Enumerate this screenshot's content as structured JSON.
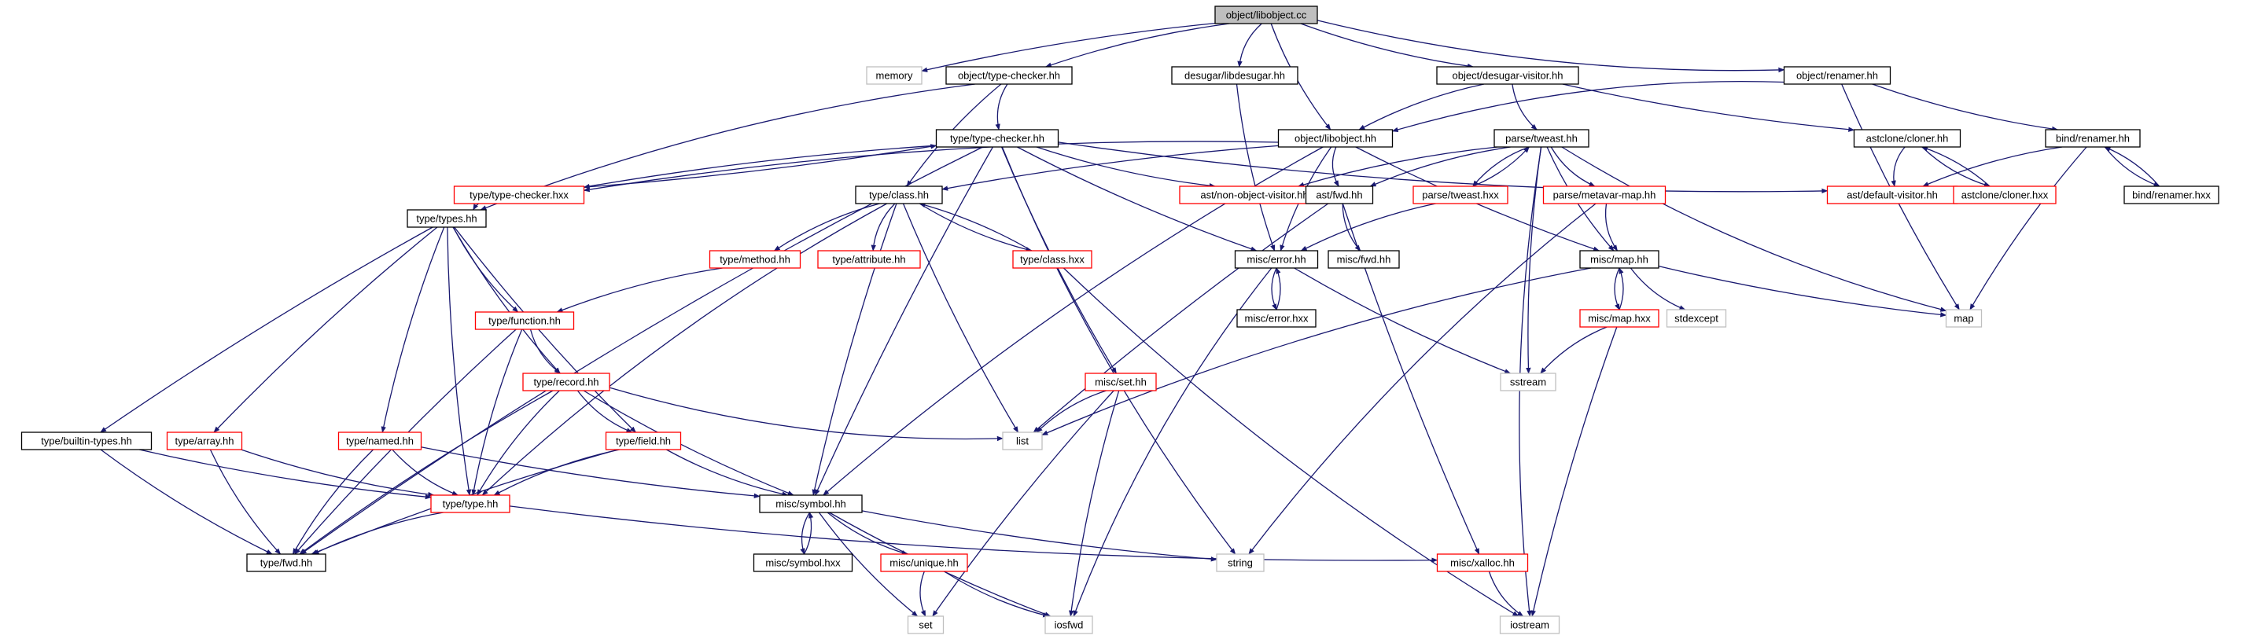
{
  "colors": {
    "edge": "#191970",
    "root_fill": "#bfbfbf",
    "normal_border": "#000000",
    "undocumented_border": "#ff0000",
    "system_border": "#bfbfbf",
    "background": "#ffffff"
  },
  "nodes": [
    {
      "id": "root",
      "label": "object/libobject.cc",
      "kind": "root"
    },
    {
      "id": "memory",
      "label": "memory",
      "kind": "system"
    },
    {
      "id": "obj_tc",
      "label": "object/type-checker.hh",
      "kind": "normal"
    },
    {
      "id": "desugar",
      "label": "desugar/libdesugar.hh",
      "kind": "normal"
    },
    {
      "id": "obj_dv",
      "label": "object/desugar-visitor.hh",
      "kind": "normal"
    },
    {
      "id": "obj_ren",
      "label": "object/renamer.hh",
      "kind": "normal"
    },
    {
      "id": "type_tc",
      "label": "type/type-checker.hh",
      "kind": "normal"
    },
    {
      "id": "obj_lib",
      "label": "object/libobject.hh",
      "kind": "normal"
    },
    {
      "id": "tweast",
      "label": "parse/tweast.hh",
      "kind": "normal"
    },
    {
      "id": "cloner",
      "label": "astclone/cloner.hh",
      "kind": "normal"
    },
    {
      "id": "bind_ren",
      "label": "bind/renamer.hh",
      "kind": "normal"
    },
    {
      "id": "type_tcx",
      "label": "type/type-checker.hxx",
      "kind": "red"
    },
    {
      "id": "nonobj",
      "label": "ast/non-object-visitor.hh",
      "kind": "red"
    },
    {
      "id": "type_class",
      "label": "type/class.hh",
      "kind": "normal"
    },
    {
      "id": "ast_fwd",
      "label": "ast/fwd.hh",
      "kind": "normal"
    },
    {
      "id": "tweast_hxx",
      "label": "parse/tweast.hxx",
      "kind": "red"
    },
    {
      "id": "metavar",
      "label": "parse/metavar-map.hh",
      "kind": "red"
    },
    {
      "id": "defvis",
      "label": "ast/default-visitor.hh",
      "kind": "red"
    },
    {
      "id": "cloner_hxx",
      "label": "astclone/cloner.hxx",
      "kind": "red"
    },
    {
      "id": "bind_hxx",
      "label": "bind/renamer.hxx",
      "kind": "normal"
    },
    {
      "id": "types",
      "label": "type/types.hh",
      "kind": "normal"
    },
    {
      "id": "method",
      "label": "type/method.hh",
      "kind": "red"
    },
    {
      "id": "attribute",
      "label": "type/attribute.hh",
      "kind": "red"
    },
    {
      "id": "class_hxx",
      "label": "type/class.hxx",
      "kind": "red"
    },
    {
      "id": "error",
      "label": "misc/error.hh",
      "kind": "normal"
    },
    {
      "id": "misc_fwd",
      "label": "misc/fwd.hh",
      "kind": "normal"
    },
    {
      "id": "misc_map",
      "label": "misc/map.hh",
      "kind": "normal"
    },
    {
      "id": "function",
      "label": "type/function.hh",
      "kind": "red"
    },
    {
      "id": "error_hxx",
      "label": "misc/error.hxx",
      "kind": "normal"
    },
    {
      "id": "stdexcept",
      "label": "stdexcept",
      "kind": "system"
    },
    {
      "id": "map",
      "label": "map",
      "kind": "system"
    },
    {
      "id": "map_hxx",
      "label": "misc/map.hxx",
      "kind": "red"
    },
    {
      "id": "record",
      "label": "type/record.hh",
      "kind": "red"
    },
    {
      "id": "misc_set",
      "label": "misc/set.hh",
      "kind": "red"
    },
    {
      "id": "sstream",
      "label": "sstream",
      "kind": "system"
    },
    {
      "id": "builtin",
      "label": "type/builtin-types.hh",
      "kind": "normal"
    },
    {
      "id": "array",
      "label": "type/array.hh",
      "kind": "red"
    },
    {
      "id": "named",
      "label": "type/named.hh",
      "kind": "red"
    },
    {
      "id": "field",
      "label": "type/field.hh",
      "kind": "red"
    },
    {
      "id": "list",
      "label": "list",
      "kind": "system"
    },
    {
      "id": "symbol",
      "label": "misc/symbol.hh",
      "kind": "normal"
    },
    {
      "id": "type_type",
      "label": "type/type.hh",
      "kind": "red"
    },
    {
      "id": "symbol_hxx",
      "label": "misc/symbol.hxx",
      "kind": "normal"
    },
    {
      "id": "unique",
      "label": "misc/unique.hh",
      "kind": "red"
    },
    {
      "id": "string",
      "label": "string",
      "kind": "system"
    },
    {
      "id": "xalloc",
      "label": "misc/xalloc.hh",
      "kind": "red"
    },
    {
      "id": "type_fwd",
      "label": "type/fwd.hh",
      "kind": "normal"
    },
    {
      "id": "set",
      "label": "set",
      "kind": "system"
    },
    {
      "id": "iosfwd",
      "label": "iosfwd",
      "kind": "system"
    },
    {
      "id": "iostream",
      "label": "iostream",
      "kind": "system"
    }
  ],
  "edges": [
    [
      "root",
      "memory"
    ],
    [
      "root",
      "obj_tc"
    ],
    [
      "root",
      "desugar"
    ],
    [
      "root",
      "obj_dv"
    ],
    [
      "root",
      "obj_ren"
    ],
    [
      "root",
      "obj_lib"
    ],
    [
      "obj_tc",
      "type_tc"
    ],
    [
      "obj_tc",
      "type_class"
    ],
    [
      "obj_tc",
      "types"
    ],
    [
      "desugar",
      "error"
    ],
    [
      "obj_dv",
      "obj_lib"
    ],
    [
      "obj_dv",
      "tweast"
    ],
    [
      "obj_dv",
      "cloner"
    ],
    [
      "obj_ren",
      "obj_lib"
    ],
    [
      "obj_ren",
      "bind_ren"
    ],
    [
      "obj_ren",
      "map"
    ],
    [
      "type_tc",
      "type_tcx"
    ],
    [
      "type_tc",
      "nonobj"
    ],
    [
      "type_tc",
      "defvis"
    ],
    [
      "type_tc",
      "error"
    ],
    [
      "type_tc",
      "misc_set"
    ],
    [
      "type_tc",
      "string"
    ],
    [
      "type_tc",
      "type_fwd"
    ],
    [
      "type_tc",
      "symbol"
    ],
    [
      "type_tcx",
      "type_tc"
    ],
    [
      "type_tcx",
      "types"
    ],
    [
      "obj_lib",
      "type_class"
    ],
    [
      "obj_lib",
      "ast_fwd"
    ],
    [
      "obj_lib",
      "error"
    ],
    [
      "obj_lib",
      "misc_map"
    ],
    [
      "obj_lib",
      "type_tcx"
    ],
    [
      "obj_lib",
      "symbol"
    ],
    [
      "tweast",
      "ast_fwd"
    ],
    [
      "tweast",
      "tweast_hxx"
    ],
    [
      "tweast",
      "metavar"
    ],
    [
      "tweast",
      "misc_map"
    ],
    [
      "tweast",
      "sstream"
    ],
    [
      "tweast",
      "iostream"
    ],
    [
      "tweast",
      "map"
    ],
    [
      "tweast",
      "nonobj"
    ],
    [
      "tweast_hxx",
      "tweast"
    ],
    [
      "tweast_hxx",
      "error"
    ],
    [
      "cloner",
      "defvis"
    ],
    [
      "cloner",
      "cloner_hxx"
    ],
    [
      "cloner_hxx",
      "cloner"
    ],
    [
      "bind_ren",
      "defvis"
    ],
    [
      "bind_ren",
      "bind_hxx"
    ],
    [
      "bind_ren",
      "map"
    ],
    [
      "bind_hxx",
      "bind_ren"
    ],
    [
      "type_class",
      "method"
    ],
    [
      "type_class",
      "attribute"
    ],
    [
      "type_class",
      "class_hxx"
    ],
    [
      "type_class",
      "list"
    ],
    [
      "type_class",
      "symbol"
    ],
    [
      "type_class",
      "type_type"
    ],
    [
      "class_hxx",
      "type_class"
    ],
    [
      "class_hxx",
      "iostream"
    ],
    [
      "ast_fwd",
      "misc_fwd"
    ],
    [
      "ast_fwd",
      "list"
    ],
    [
      "ast_fwd",
      "xalloc"
    ],
    [
      "metavar",
      "misc_map"
    ],
    [
      "metavar",
      "string"
    ],
    [
      "method",
      "function"
    ],
    [
      "error",
      "error_hxx"
    ],
    [
      "error",
      "sstream"
    ],
    [
      "error",
      "iosfwd"
    ],
    [
      "error_hxx",
      "error"
    ],
    [
      "misc_map",
      "map_hxx"
    ],
    [
      "misc_map",
      "stdexcept"
    ],
    [
      "misc_map",
      "map"
    ],
    [
      "misc_map",
      "list"
    ],
    [
      "map_hxx",
      "misc_map"
    ],
    [
      "map_hxx",
      "sstream"
    ],
    [
      "map_hxx",
      "iostream"
    ],
    [
      "types",
      "function"
    ],
    [
      "types",
      "record"
    ],
    [
      "types",
      "builtin"
    ],
    [
      "types",
      "array"
    ],
    [
      "types",
      "named"
    ],
    [
      "types",
      "field"
    ],
    [
      "types",
      "type_type"
    ],
    [
      "function",
      "record"
    ],
    [
      "function",
      "type_type"
    ],
    [
      "function",
      "type_fwd"
    ],
    [
      "record",
      "field"
    ],
    [
      "record",
      "symbol"
    ],
    [
      "record",
      "type_type"
    ],
    [
      "record",
      "list"
    ],
    [
      "record",
      "type_fwd"
    ],
    [
      "misc_set",
      "list"
    ],
    [
      "misc_set",
      "set"
    ],
    [
      "misc_set",
      "iosfwd"
    ],
    [
      "builtin",
      "type_type"
    ],
    [
      "builtin",
      "type_fwd"
    ],
    [
      "array",
      "type_type"
    ],
    [
      "array",
      "type_fwd"
    ],
    [
      "named",
      "type_type"
    ],
    [
      "named",
      "symbol"
    ],
    [
      "named",
      "type_fwd"
    ],
    [
      "field",
      "symbol"
    ],
    [
      "field",
      "type_type"
    ],
    [
      "field",
      "type_fwd"
    ],
    [
      "type_type",
      "type_fwd"
    ],
    [
      "type_type",
      "xalloc"
    ],
    [
      "symbol",
      "symbol_hxx"
    ],
    [
      "symbol",
      "unique"
    ],
    [
      "symbol",
      "string"
    ],
    [
      "symbol",
      "set"
    ],
    [
      "symbol",
      "iosfwd"
    ],
    [
      "symbol_hxx",
      "symbol"
    ],
    [
      "unique",
      "set"
    ],
    [
      "unique",
      "iosfwd"
    ],
    [
      "xalloc",
      "iostream"
    ]
  ]
}
